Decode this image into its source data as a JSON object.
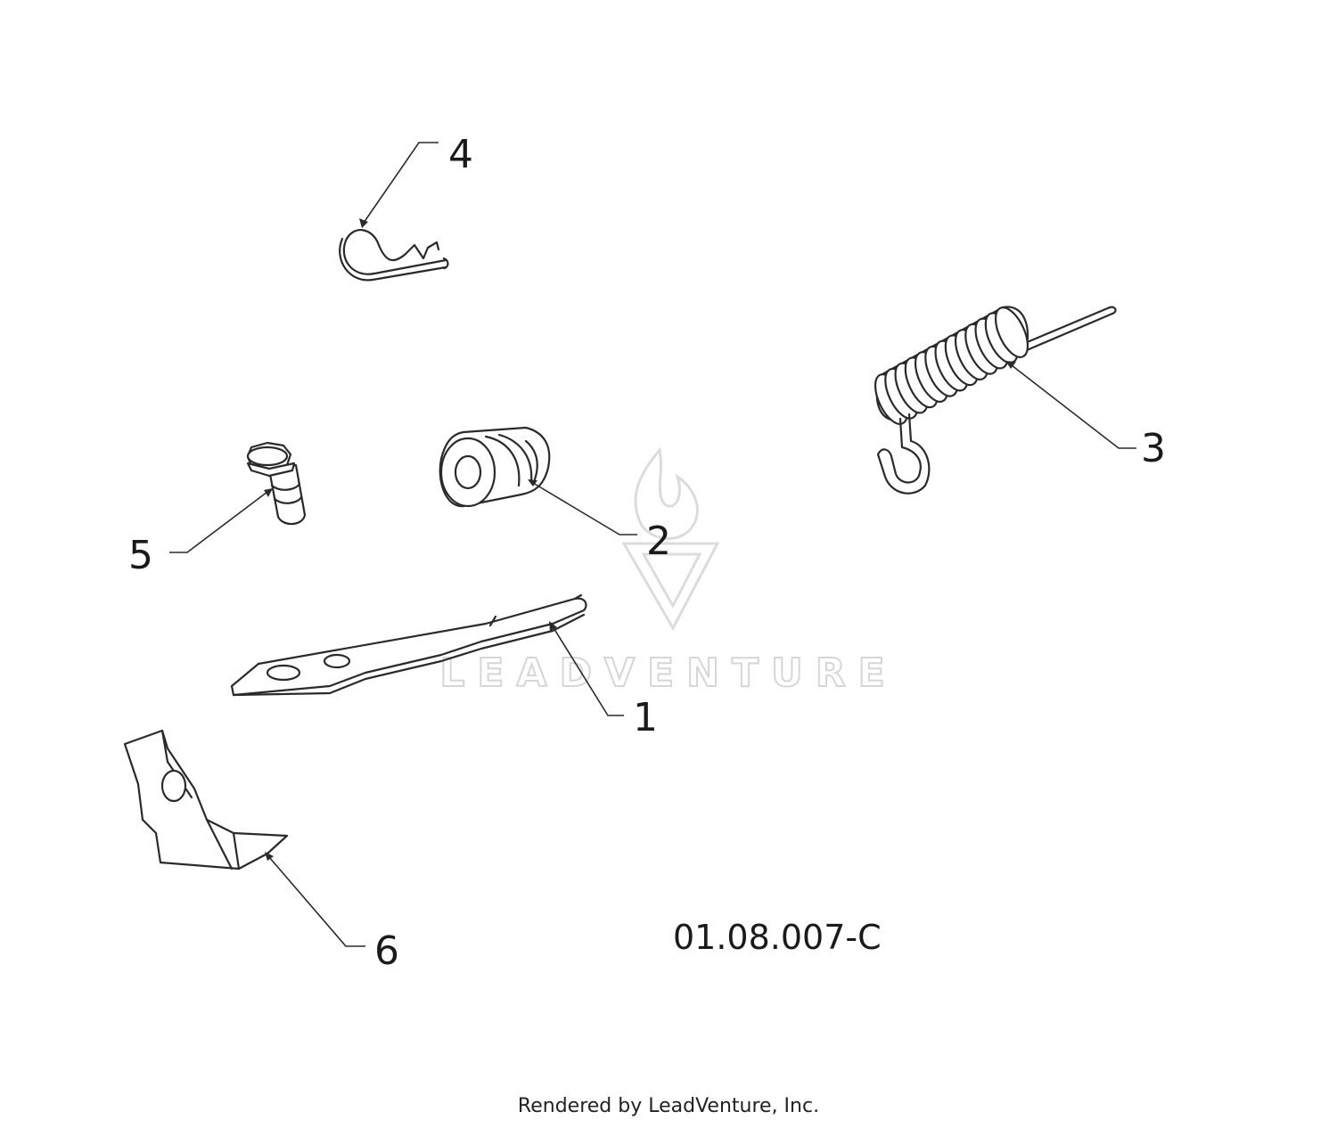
{
  "diagram": {
    "code": "01.08.007-C",
    "credit": "Rendered by LeadVenture, Inc.",
    "watermark": "LEADVENTURE",
    "callouts": [
      {
        "id": "1",
        "label": "1"
      },
      {
        "id": "2",
        "label": "2"
      },
      {
        "id": "3",
        "label": "3"
      },
      {
        "id": "4",
        "label": "4"
      },
      {
        "id": "5",
        "label": "5"
      },
      {
        "id": "6",
        "label": "6"
      }
    ]
  }
}
